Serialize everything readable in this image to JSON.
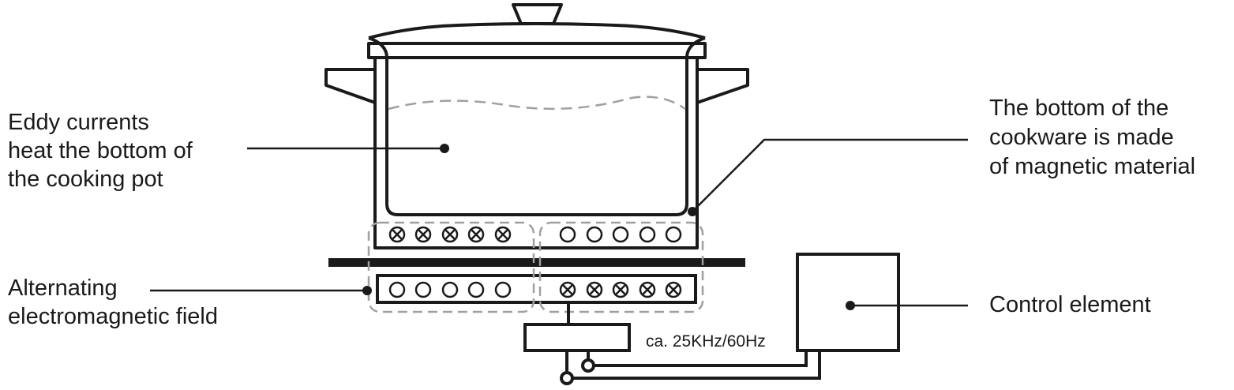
{
  "labels": {
    "eddy": [
      "Eddy currents",
      "heat the bottom of",
      "the cooking pot"
    ],
    "bottom": [
      "The bottom of the",
      "cookware is made",
      "of magnetic material"
    ],
    "field": [
      "Alternating",
      "electromagnetic field"
    ],
    "control": "Control element",
    "frequency": "ca. 25KHz/60Hz"
  },
  "colors": {
    "stroke": "#1a1a1a",
    "dashed": "#a0a0a0",
    "background": "#ffffff"
  }
}
